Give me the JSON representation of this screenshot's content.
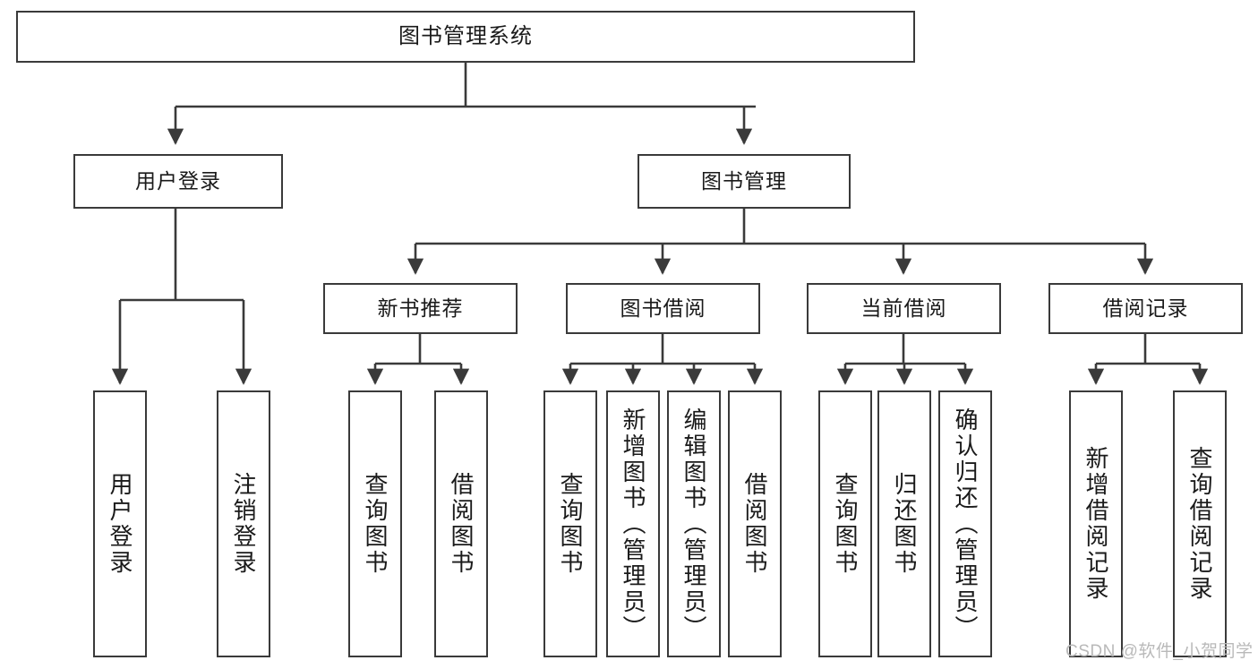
{
  "diagram": {
    "title": "图书管理系统",
    "type": "tree-hierarchy-chart",
    "watermark": "CSDN @软件_小贺同学",
    "colors": {
      "box_border": "#3a3a3a",
      "box_fill": "#ffffff",
      "connector": "#3a3a3a",
      "text": "#1a1a1a",
      "watermark": "#b9b9b9"
    },
    "nodes": {
      "root": "图书管理系统",
      "level1": {
        "user_login": "用户登录",
        "book_management": "图书管理"
      },
      "level2": {
        "new_book_recommend": "新书推荐",
        "book_borrow": "图书借阅",
        "current_borrow": "当前借阅",
        "borrow_record": "借阅记录"
      },
      "leaves": {
        "user_login_1": "用户登录",
        "user_login_2": "注销登录",
        "new_book_1": "查询图书",
        "new_book_2": "借阅图书",
        "borrow_1": "查询图书",
        "borrow_2": "新增图书（管理员）",
        "borrow_3": "编辑图书（管理员）",
        "borrow_4": "借阅图书",
        "current_1": "查询图书",
        "current_2": "归还图书",
        "current_3": "确认归还（管理员）",
        "record_1": "新增借阅记录",
        "record_2": "查询借阅记录"
      }
    }
  }
}
